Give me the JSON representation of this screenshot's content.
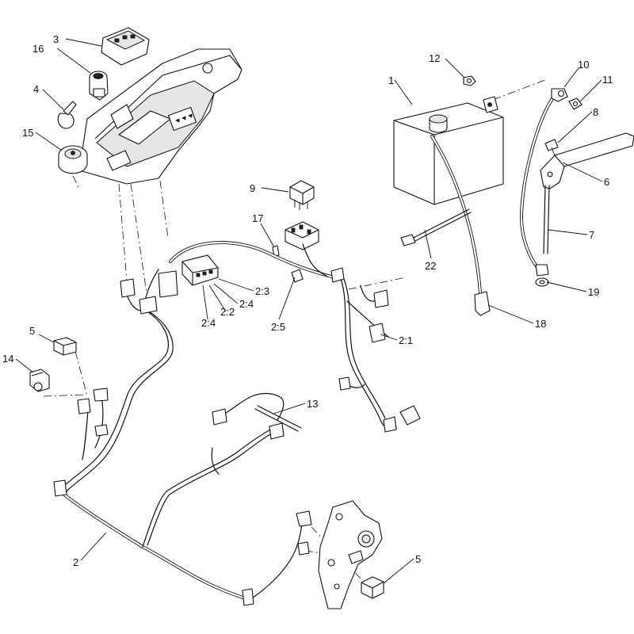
{
  "callouts": {
    "c1": "1",
    "c2": "2",
    "c2_1": "2:1",
    "c2_2": "2:2",
    "c2_3": "2:3",
    "c2_4a": "2:4",
    "c2_4b": "2:4",
    "c2_5": "2:5",
    "c3": "3",
    "c4": "4",
    "c5a": "5",
    "c5b": "5",
    "c6": "6",
    "c7": "7",
    "c8": "8",
    "c9": "9",
    "c10": "10",
    "c11": "11",
    "c12": "12",
    "c13": "13",
    "c14": "14",
    "c15": "15",
    "c16": "16",
    "c17": "17",
    "c18": "18",
    "c19": "19",
    "c22": "22"
  }
}
